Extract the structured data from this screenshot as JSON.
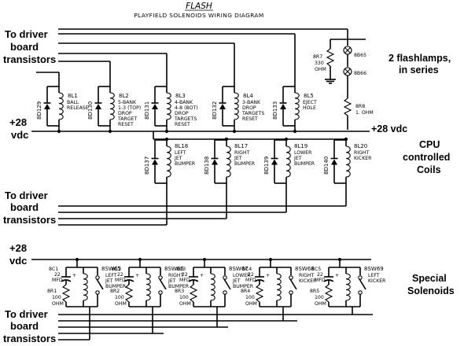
{
  "title": "FLASH",
  "subtitle": "PLAYFIELD SOLENOIDS WIRING DIAGRAM",
  "left_labels": {
    "driver_top": [
      "To driver",
      "board",
      "transistors"
    ],
    "v28_top": [
      "+28",
      "vdc"
    ],
    "driver_mid": [
      "To driver",
      "board",
      "transistors"
    ],
    "v28_bottom": [
      "+28",
      "vdc"
    ],
    "driver_bottom": [
      "To driver",
      "board",
      "transistors"
    ]
  },
  "right_labels": {
    "flashlamps": [
      "2 flashlamps,",
      "in series"
    ],
    "v28_right": "+28 vdc",
    "cpu_coils": [
      "CPU",
      "controlled",
      "Coils"
    ],
    "special": [
      "Special",
      "Solenoids"
    ]
  },
  "flash_parts": {
    "resistor7": [
      "8R7",
      "330",
      "OHM"
    ],
    "lamp1": "8B65",
    "lamp2": "8B66",
    "resistor8": [
      "8R8",
      "1. OHM"
    ]
  },
  "cpu_row1": [
    {
      "diode": "8D129",
      "coil": "8L1",
      "desc": [
        "BALL",
        "RELEASE"
      ]
    },
    {
      "diode": "8D130",
      "coil": "8L2",
      "desc": [
        "5-BANK",
        "1-3 (TOP)",
        "DROP",
        "TARGET",
        "RESET"
      ]
    },
    {
      "diode": "8D131",
      "coil": "8L3",
      "desc": [
        "4-BANK",
        "4-8 (BOT)",
        "DROP",
        "TARGETS",
        "RESET"
      ]
    },
    {
      "diode": "8D132",
      "coil": "8L4",
      "desc": [
        "3-BANK",
        "DROP",
        "TARGETS",
        "RESET"
      ]
    },
    {
      "diode": "8D133",
      "coil": "8L5",
      "desc": [
        "EJECT",
        "HOLE"
      ]
    }
  ],
  "cpu_row2": [
    {
      "diode": "8D137",
      "coil": "8L18",
      "desc": [
        "LEFT",
        "JET",
        "BUMPER"
      ]
    },
    {
      "diode": "8D138",
      "coil": "8L17",
      "desc": [
        "RIGHT",
        "JET",
        "BUMPER"
      ]
    },
    {
      "diode": "8D139",
      "coil": "8L19",
      "desc": [
        "LOWER",
        "JET",
        "BUMPER"
      ]
    },
    {
      "diode": "8D140",
      "coil": "8L20",
      "desc": [
        "RIGHT",
        "KICKER"
      ]
    }
  ],
  "special": [
    {
      "cap": [
        "8C1",
        "22",
        "MFD"
      ],
      "res": [
        "8R1",
        "100",
        "OHM"
      ],
      "switch": "8SW65",
      "desc": [
        "LEFT",
        "JET",
        "BUMPER"
      ]
    },
    {
      "cap": [
        "8C2",
        "22",
        "MFD"
      ],
      "res": [
        "8R2",
        "100",
        "OHM"
      ],
      "switch": "8SW66",
      "desc": [
        "RIGHT",
        "JET",
        "BUMPER"
      ]
    },
    {
      "cap": [
        "8C3",
        "22",
        "MFD"
      ],
      "res": [
        "8R3",
        "100",
        "OHM"
      ],
      "switch": "8SW67",
      "desc": [
        "LOWER",
        "JET",
        "BUMPER"
      ]
    },
    {
      "cap": [
        "8C4",
        "22",
        "MFD"
      ],
      "res": [
        "8R4",
        "100",
        "OHM"
      ],
      "switch": "8SW68",
      "desc": [
        "RIGHT",
        "KICKER"
      ]
    },
    {
      "cap": [
        "8C5",
        "22",
        "MFD"
      ],
      "res": [
        "8R5",
        "100",
        "OHM"
      ],
      "switch": "8SW69",
      "desc": [
        "LEFT",
        "KICKER"
      ]
    }
  ]
}
